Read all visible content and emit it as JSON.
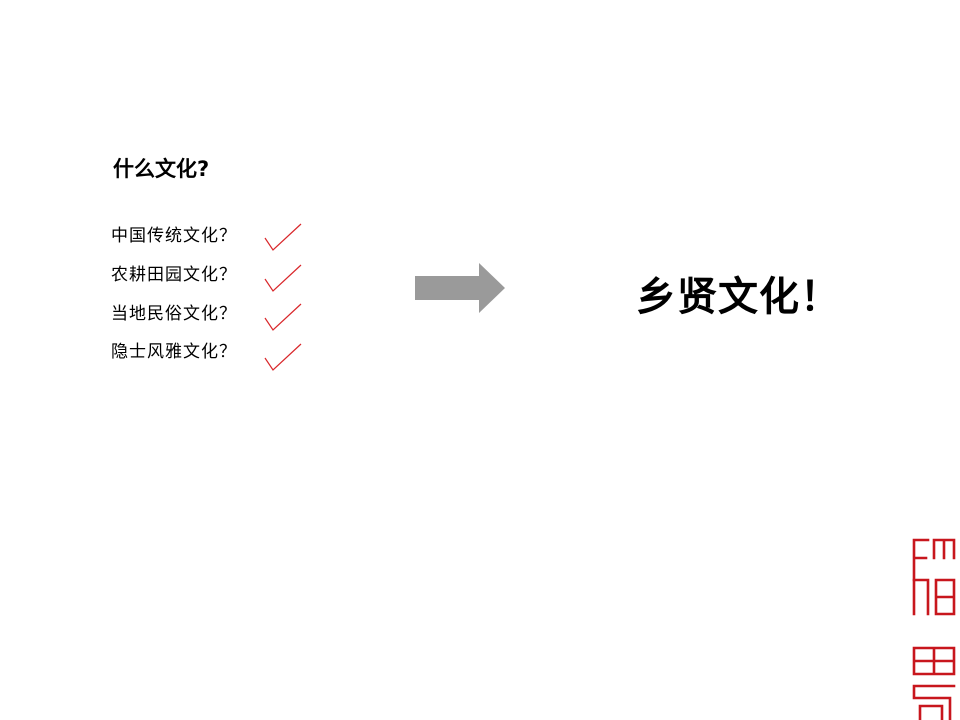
{
  "slide": {
    "title": "什么文化?",
    "questions": [
      {
        "label": "中国传统文化？",
        "checked": true
      },
      {
        "label": "农耕田园文化？",
        "checked": true
      },
      {
        "label": "当地民俗文化？",
        "checked": true
      },
      {
        "label": "隐士风雅文化？",
        "checked": true
      }
    ],
    "arrow_icon": "right-arrow-icon",
    "conclusion": "乡贤文化！",
    "logo": "red-seal-logo"
  },
  "colors": {
    "text": "#000000",
    "check": "#d9262a",
    "arrow": "#9a9a9a",
    "seal": "#c8161d",
    "background": "#ffffff"
  }
}
